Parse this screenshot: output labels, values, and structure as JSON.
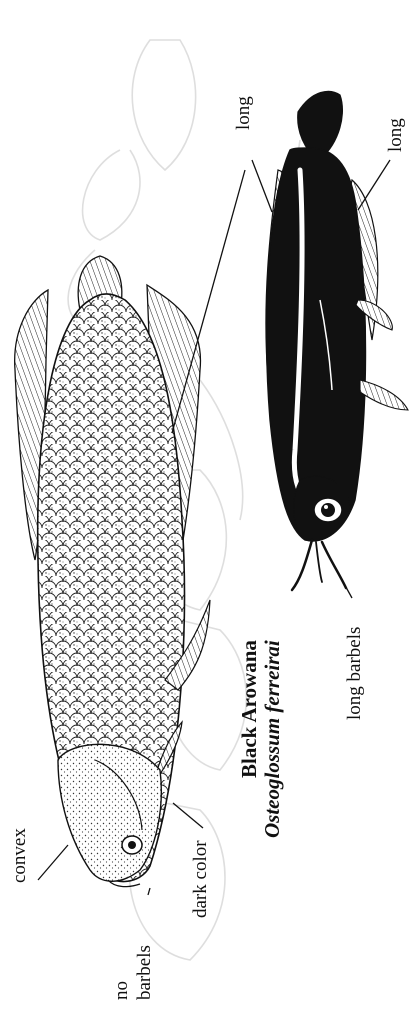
{
  "figure": {
    "labels": {
      "convex": "convex",
      "no": "no",
      "barbels": "barbels",
      "dark_color": "dark color",
      "common_name": "Black Arowana",
      "scientific_name": "Osteoglossum ferreirai",
      "long_barbels": "long barbels",
      "long_top": "long",
      "long_right": "long"
    },
    "colors": {
      "ink": "#111111",
      "ghost": "#dedede",
      "paper": "#ffffff"
    }
  }
}
